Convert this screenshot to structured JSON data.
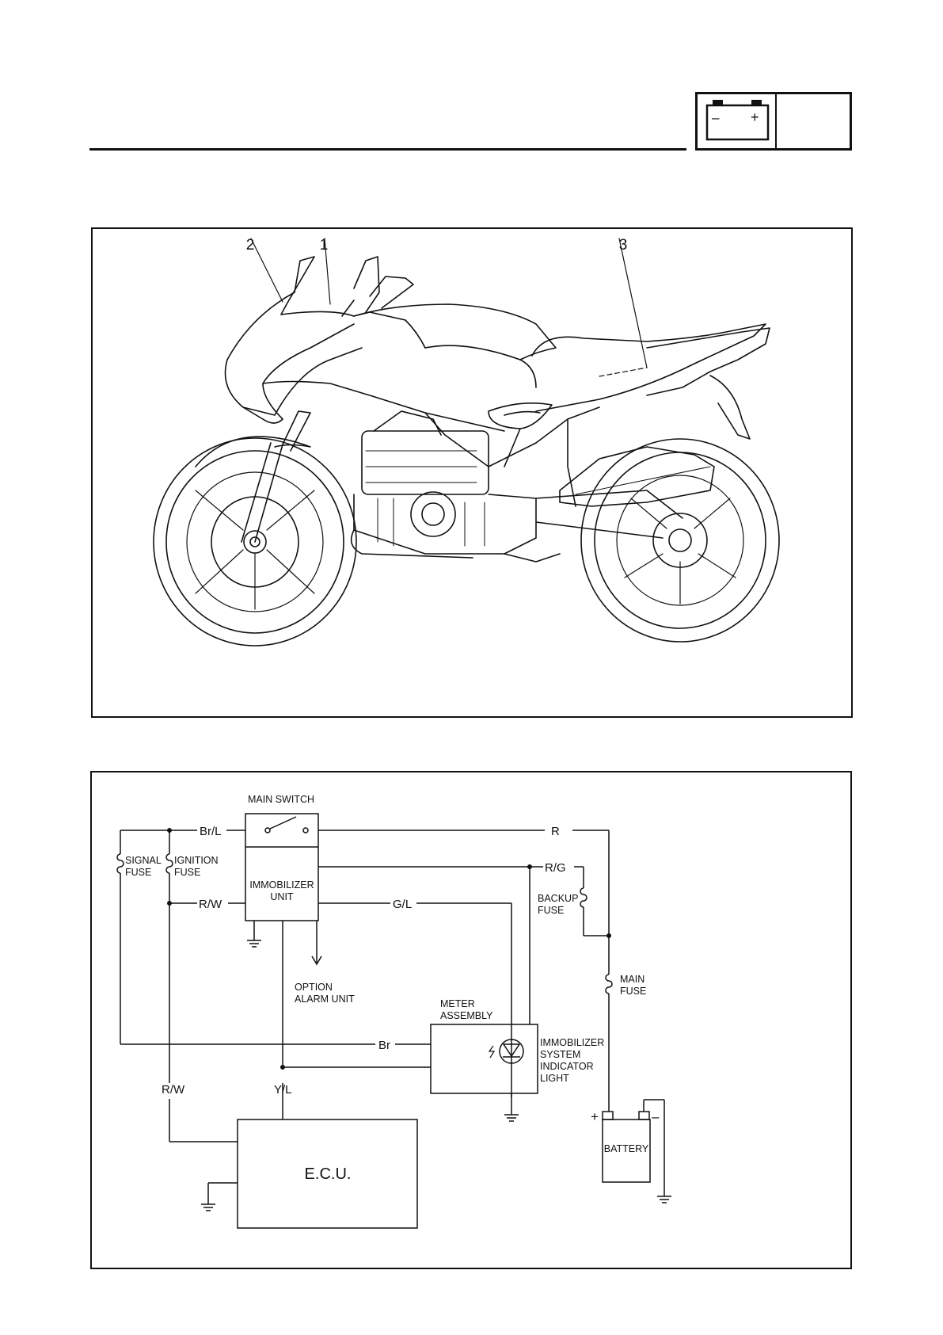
{
  "header": {
    "icon": "battery-icon",
    "battery_minus": "–",
    "battery_plus": "+"
  },
  "illustration": {
    "callouts": [
      "1",
      "2",
      "3"
    ],
    "icon": "motorcycle-side-view"
  },
  "circuit": {
    "main_switch": "MAIN SWITCH",
    "immobilizer_unit": [
      "IMMOBILIZER",
      "UNIT"
    ],
    "signal_fuse": [
      "SIGNAL",
      "FUSE"
    ],
    "ignition_fuse": [
      "IGNITION",
      "FUSE"
    ],
    "backup_fuse": [
      "BACKUP",
      "FUSE"
    ],
    "main_fuse": [
      "MAIN",
      "FUSE"
    ],
    "option_alarm": [
      "OPTION",
      "ALARM UNIT"
    ],
    "meter_assembly": [
      "METER",
      "ASSEMBLY"
    ],
    "indicator_light": [
      "IMMOBILIZER",
      "SYSTEM",
      "INDICATOR",
      "LIGHT"
    ],
    "battery": "BATTERY",
    "battery_plus": "+",
    "battery_minus": "–",
    "ecu": "E.C.U.",
    "wires": {
      "br_l": "Br/L",
      "r": "R",
      "r_g": "R/G",
      "r_w_top": "R/W",
      "g_l": "G/L",
      "br": "Br",
      "r_w_left": "R/W",
      "y_l": "Y/L"
    }
  }
}
